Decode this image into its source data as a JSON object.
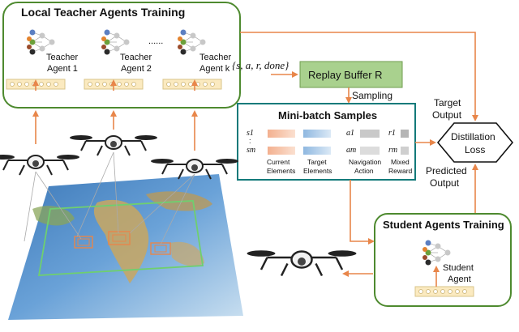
{
  "teacher_panel": {
    "title": "Local Teacher Agents Training",
    "agents": [
      {
        "label_1": "Teacher",
        "label_2": "Agent 1"
      },
      {
        "label_1": "Teacher",
        "label_2": "Agent 2"
      },
      {
        "label_1": "Teacher",
        "label_2": "Agent k"
      }
    ],
    "ellipsis": "......"
  },
  "tuple": "{s, a, r, done}",
  "replay_buffer": "Replay Buffer R",
  "sampling": "Sampling",
  "minibatch": {
    "title": "Mini-batch Samples",
    "s1": "s1",
    "sm": "sm",
    "a1": "a1",
    "am": "am",
    "r1": "r1",
    "rm": "rm",
    "dots": ":",
    "col1_line1": "Current",
    "col1_line2": "Elements",
    "col2_line1": "Target",
    "col2_line2": "Elements",
    "col3_line1": "Navigation",
    "col3_line2": "Action",
    "col4_line1": "Mixed",
    "col4_line2": "Reward"
  },
  "target_output": {
    "line1": "Target",
    "line2": "Output"
  },
  "predicted_output": {
    "line1": "Predicted",
    "line2": "Output"
  },
  "distillation": {
    "line1": "Distillation",
    "line2": "Loss"
  },
  "student_panel": {
    "title": "Student Agents Training",
    "label_1": "Student",
    "label_2": "Agent"
  },
  "colors": {
    "green_border": "#4e8a2f",
    "teal_border": "#137a7a",
    "orange_arrow": "#e8864a",
    "buffer_fill": "#a9d18e",
    "input_bar": "#fbeac0"
  }
}
